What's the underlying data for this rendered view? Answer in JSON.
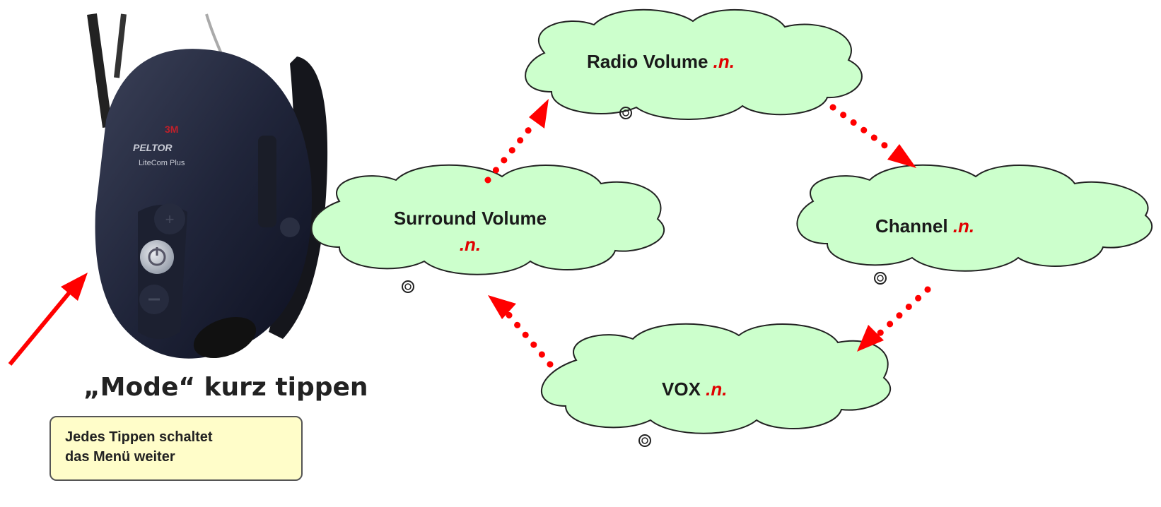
{
  "instruction": "„Mode“ kurz tippen",
  "note": {
    "line1": "Jedes Tippen schaltet",
    "line2": "das Menü weiter"
  },
  "device": {
    "brand": "3M",
    "model": "PELTOR",
    "submodel": "LiteCom Plus"
  },
  "menu_items": {
    "radio": {
      "label": "Radio Volume",
      "suffix": ".n."
    },
    "channel": {
      "label": "Channel",
      "suffix": ".n."
    },
    "vox": {
      "label": "VOX",
      "suffix": ".n."
    },
    "surround": {
      "label": "Surround Volume",
      "suffix": ".n."
    }
  },
  "colors": {
    "cloud_fill": "#ccffcc",
    "arrow": "#ff0000",
    "note_fill": "#fffdc9",
    "suffix": "#e00000"
  }
}
